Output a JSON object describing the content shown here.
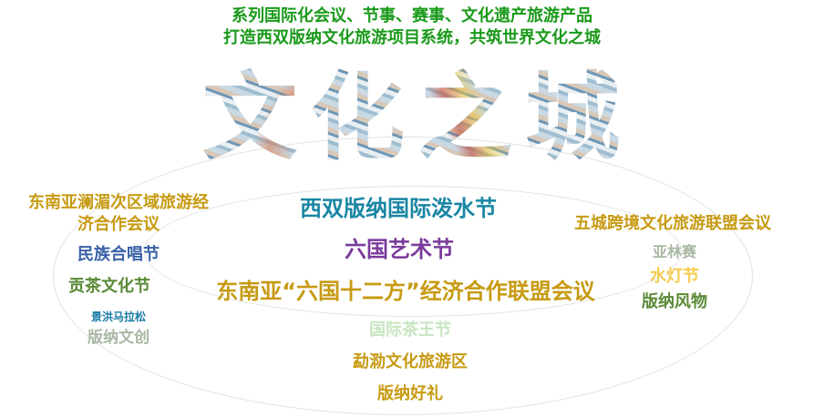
{
  "headline": {
    "line1": "系列国际化会议、节事、赛事、文化遗产旅游产品",
    "line2": "打造西双版纳文化旅游项目系统，共筑世界文化之城"
  },
  "title": "文化之城",
  "center": {
    "item1": "西双版纳国际泼水节",
    "item2": "六国艺术节",
    "item3": "东南亚“六国十二方”经济合作联盟会议"
  },
  "left": {
    "item1_line1": "东南亚澜湄次区域旅游经",
    "item1_line2": "济合作会议",
    "item2": "民族合唱节",
    "item3": "贡茶文化节",
    "item4": "景洪马拉松",
    "item5": "版纳文创"
  },
  "right": {
    "item1": "五城跨境文化旅游联盟会议",
    "item2": "亚林赛",
    "item3": "水灯节",
    "item4": "版纳风物"
  },
  "bottom": {
    "item1": "国际茶王节",
    "item2": "勐泐文化旅游区",
    "item3": "版纳好礼"
  },
  "colors": {
    "headline": "#1a9a1a",
    "gold": "#c79a12",
    "teal": "#1a86a4",
    "purple": "#7a3a9c",
    "navy": "#3a62a8",
    "green": "#5a8a36",
    "blue_small": "#1a7aa6",
    "grey_green": "#a8b8a4",
    "light_green": "#c7e6c0",
    "yellow": "#f5cc50",
    "ellipse_line": "#e2e2e2"
  }
}
